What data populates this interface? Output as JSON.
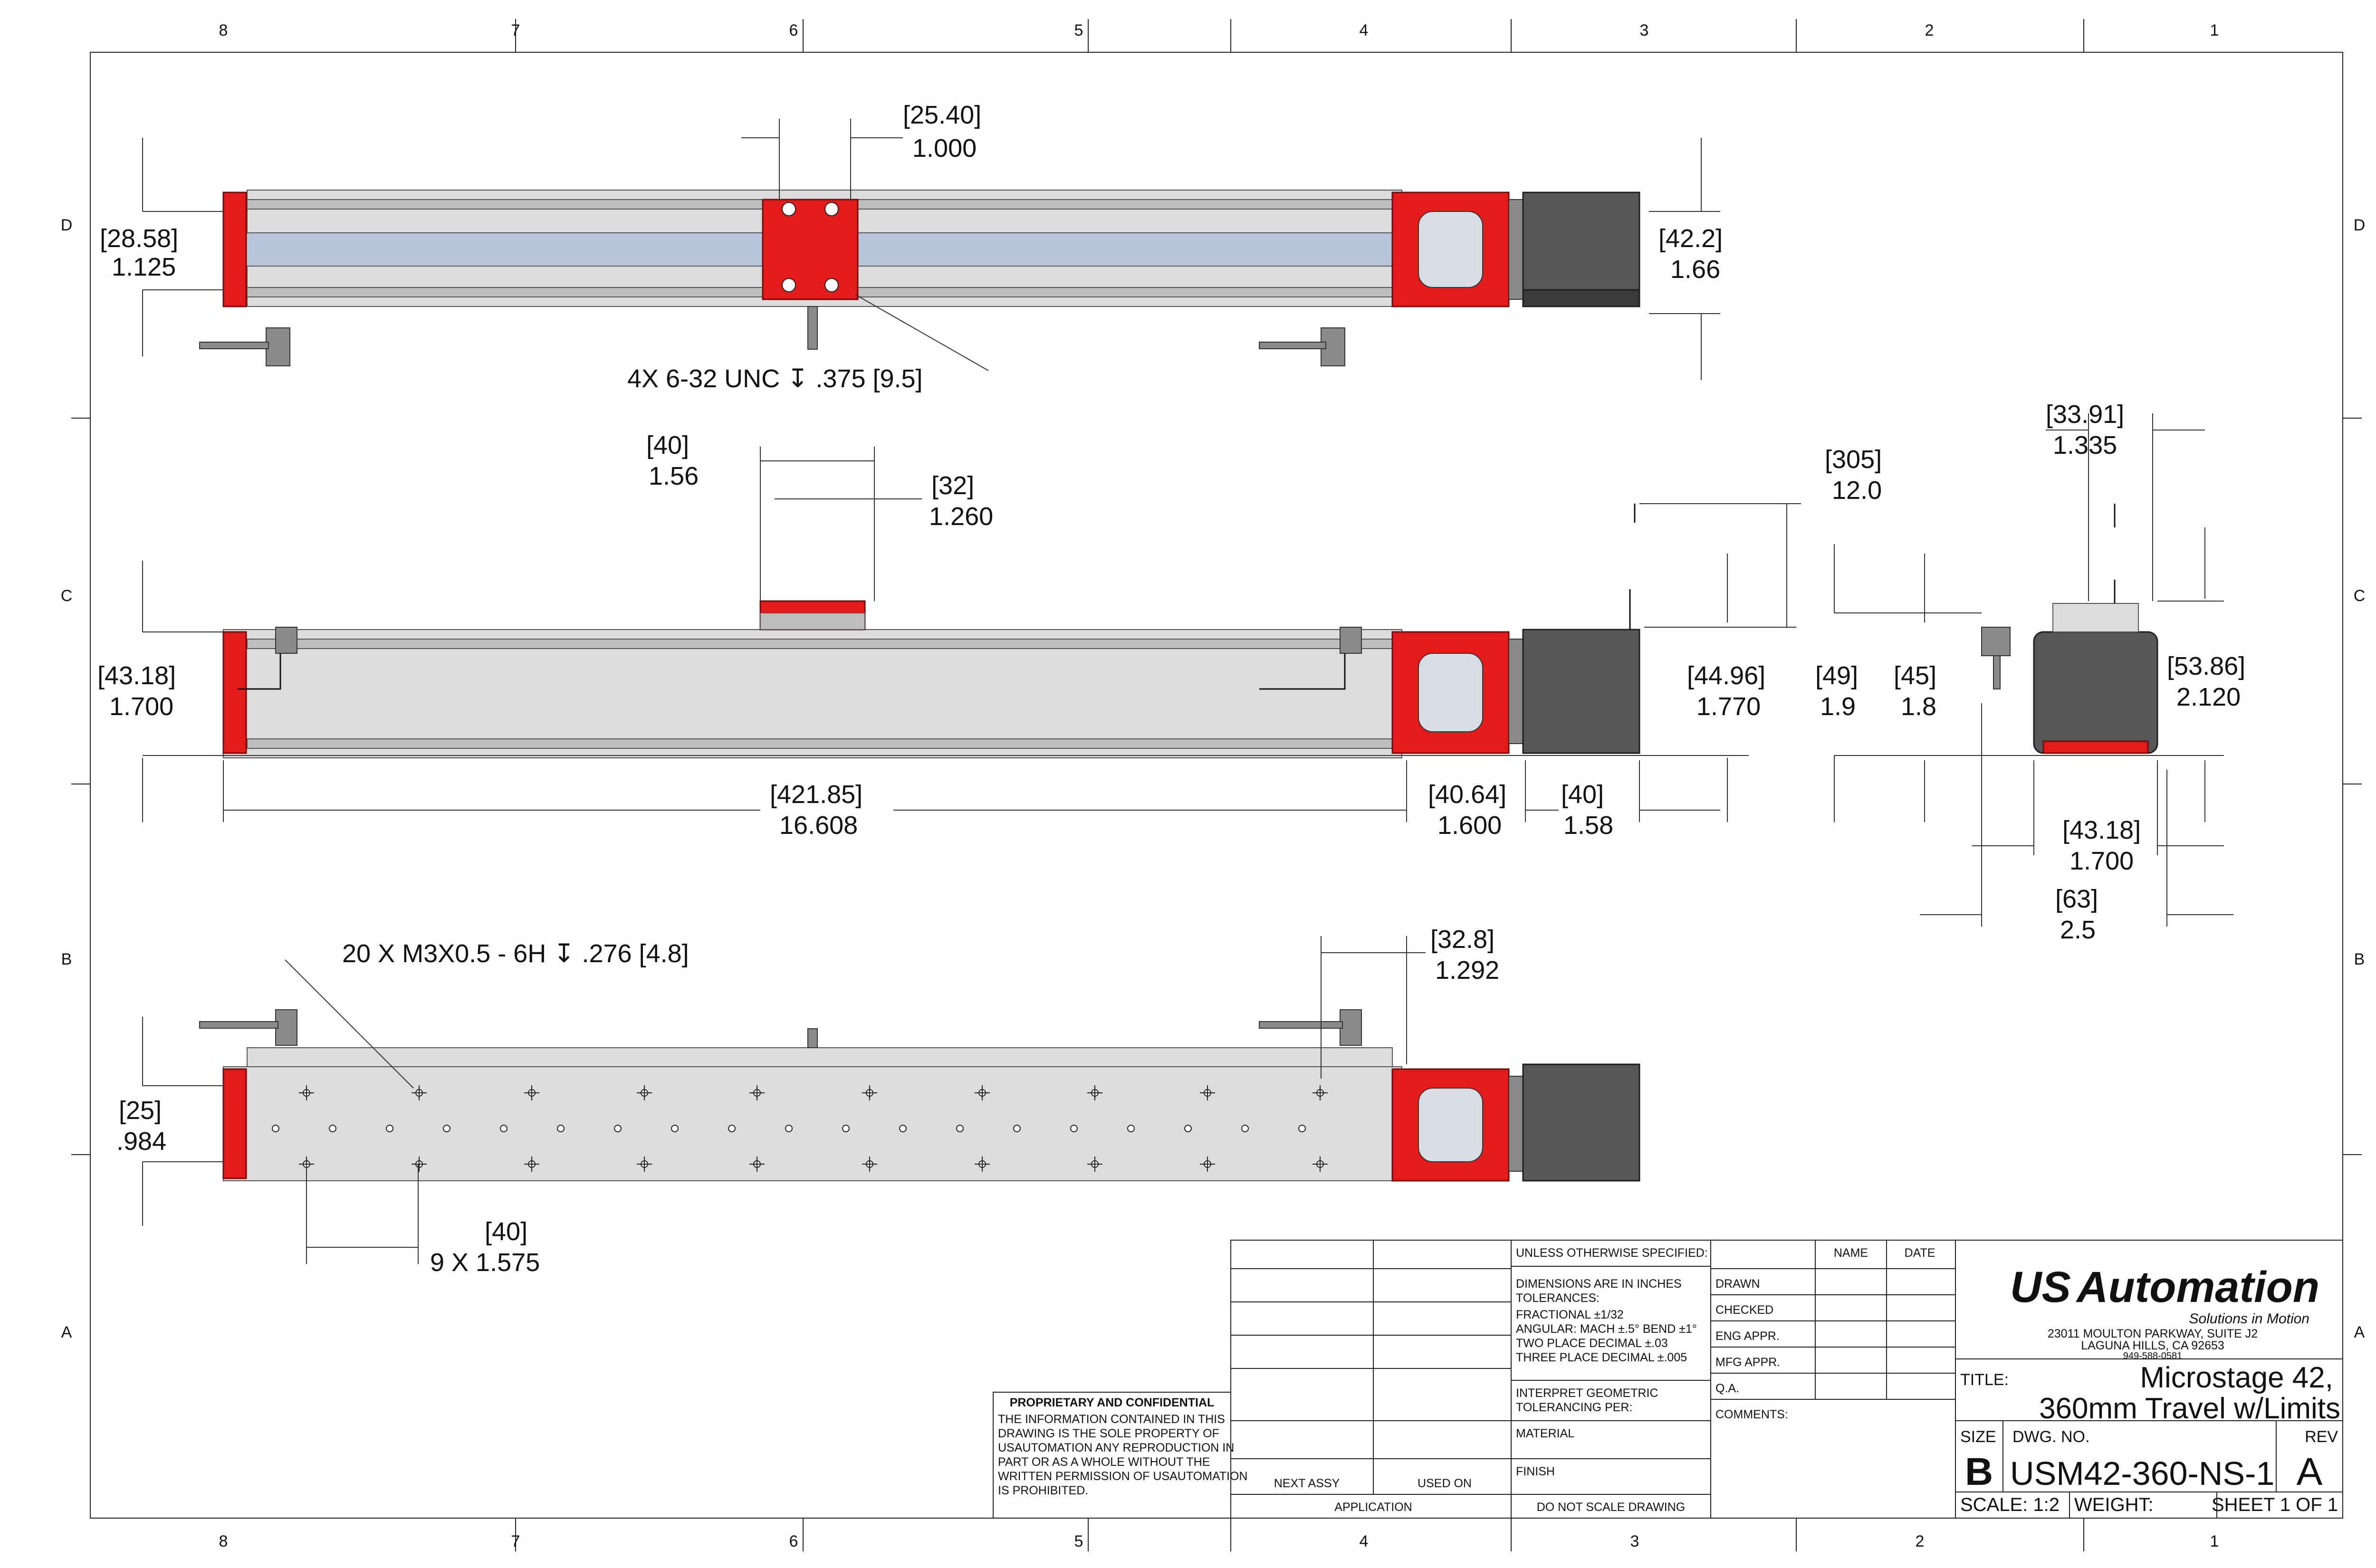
{
  "zones": {
    "columns": [
      "8",
      "7",
      "6",
      "5",
      "4",
      "3",
      "2",
      "1"
    ],
    "rows": [
      "D",
      "C",
      "B",
      "A"
    ]
  },
  "top_view": {
    "dim_carriage_mm": "[25.40]",
    "dim_carriage_in": "1.000",
    "dim_height_mm": "[28.58]",
    "dim_height_in": "1.125",
    "dim_motor_mm": "[42.2]",
    "dim_motor_in": "1.66",
    "hole_callout": "4X 6-32 UNC  ↧ .375 [9.5]"
  },
  "front_view": {
    "dim_plate_mm": "[40]",
    "dim_plate_in": "1.56",
    "dim_plate_inner_mm": "[32]",
    "dim_plate_inner_in": "1.260",
    "dim_cable_mm": "[305]",
    "dim_cable_in": "12.0",
    "dim_height_mm": "[43.18]",
    "dim_height_in": "1.700",
    "dim_motor_height_mm": "[44.96]",
    "dim_motor_height_in": "1.770",
    "dim_length_mm": "[421.85]",
    "dim_length_in": "16.608",
    "dim_housing_mm": "[40.64]",
    "dim_housing_in": "1.600",
    "dim_motor_mm": "[40]",
    "dim_motor_in": "1.58"
  },
  "end_view": {
    "dim_top_mm": "[33.91]",
    "dim_top_in": "1.335",
    "dim_a_mm": "[49]",
    "dim_a_in": "1.9",
    "dim_b_mm": "[45]",
    "dim_b_in": "1.8",
    "dim_height_mm": "[53.86]",
    "dim_height_in": "2.120",
    "dim_width_mm": "[43.18]",
    "dim_width_in": "1.700",
    "dim_overall_mm": "[63]",
    "dim_overall_in": "2.5"
  },
  "bottom_view": {
    "hole_callout": "20 X M3X0.5  - 6H  ↧ .276  [4.8]",
    "dim_edge_mm": "[32.8]",
    "dim_edge_in": "1.292",
    "dim_height_mm": "[25]",
    "dim_height_in": ".984",
    "dim_pitch_mm": "[40]",
    "dim_pitch_in": "9 X 1.575"
  },
  "title_block": {
    "unless_specified": "UNLESS OTHERWISE SPECIFIED:",
    "col_name": "NAME",
    "col_date": "DATE",
    "dims_in_inches": "DIMENSIONS ARE IN INCHES",
    "tolerances": "TOLERANCES:",
    "fractional": "FRACTIONAL ±1/32",
    "angular": "ANGULAR: MACH ±.5°  BEND ±1°",
    "two_place": "TWO PLACE DECIMAL    ±.03",
    "three_place": "THREE PLACE DECIMAL  ±.005",
    "interpret_1": "INTERPRET GEOMETRIC",
    "interpret_2": "TOLERANCING PER:",
    "material": "MATERIAL",
    "finish": "FINISH",
    "do_not_scale": "DO NOT SCALE DRAWING",
    "drawn": "DRAWN",
    "checked": "CHECKED",
    "eng_appr": "ENG APPR.",
    "mfg_appr": "MFG APPR.",
    "qa": "Q.A.",
    "comments": "COMMENTS:",
    "next_assy": "NEXT ASSY",
    "used_on": "USED ON",
    "application": "APPLICATION",
    "proprietary_title": "PROPRIETARY AND CONFIDENTIAL",
    "proprietary_lines": [
      "THE INFORMATION CONTAINED IN THIS",
      "DRAWING IS THE SOLE PROPERTY OF",
      "USAUTOMATION ANY REPRODUCTION IN",
      "PART OR AS A WHOLE WITHOUT THE",
      "WRITTEN PERMISSION OF USAUTOMATION",
      "IS PROHIBITED."
    ],
    "logo_us": "US",
    "logo_automation": "Automation",
    "tagline": "Solutions in Motion",
    "address_1": "23011 MOULTON PARKWAY, SUITE J2",
    "address_2": "LAGUNA HILLS, CA 92653",
    "phone": "949-588-0581",
    "title_label": "TITLE:",
    "title_line1": "Microstage 42,",
    "title_line2": "360mm Travel w/Limits",
    "size_label": "SIZE",
    "size_value": "B",
    "dwg_no_label": "DWG.  NO.",
    "dwg_no_value": "USM42-360-NS-1",
    "rev_label": "REV",
    "rev_value": "A",
    "scale": "SCALE: 1:2",
    "weight": "WEIGHT:",
    "sheet": "SHEET 1 OF 1"
  },
  "colors": {
    "housing_red": "#e31b1b",
    "motor_gray": "#555759",
    "logo_red": "#d42020",
    "logo_gray": "#6e6e6e"
  }
}
